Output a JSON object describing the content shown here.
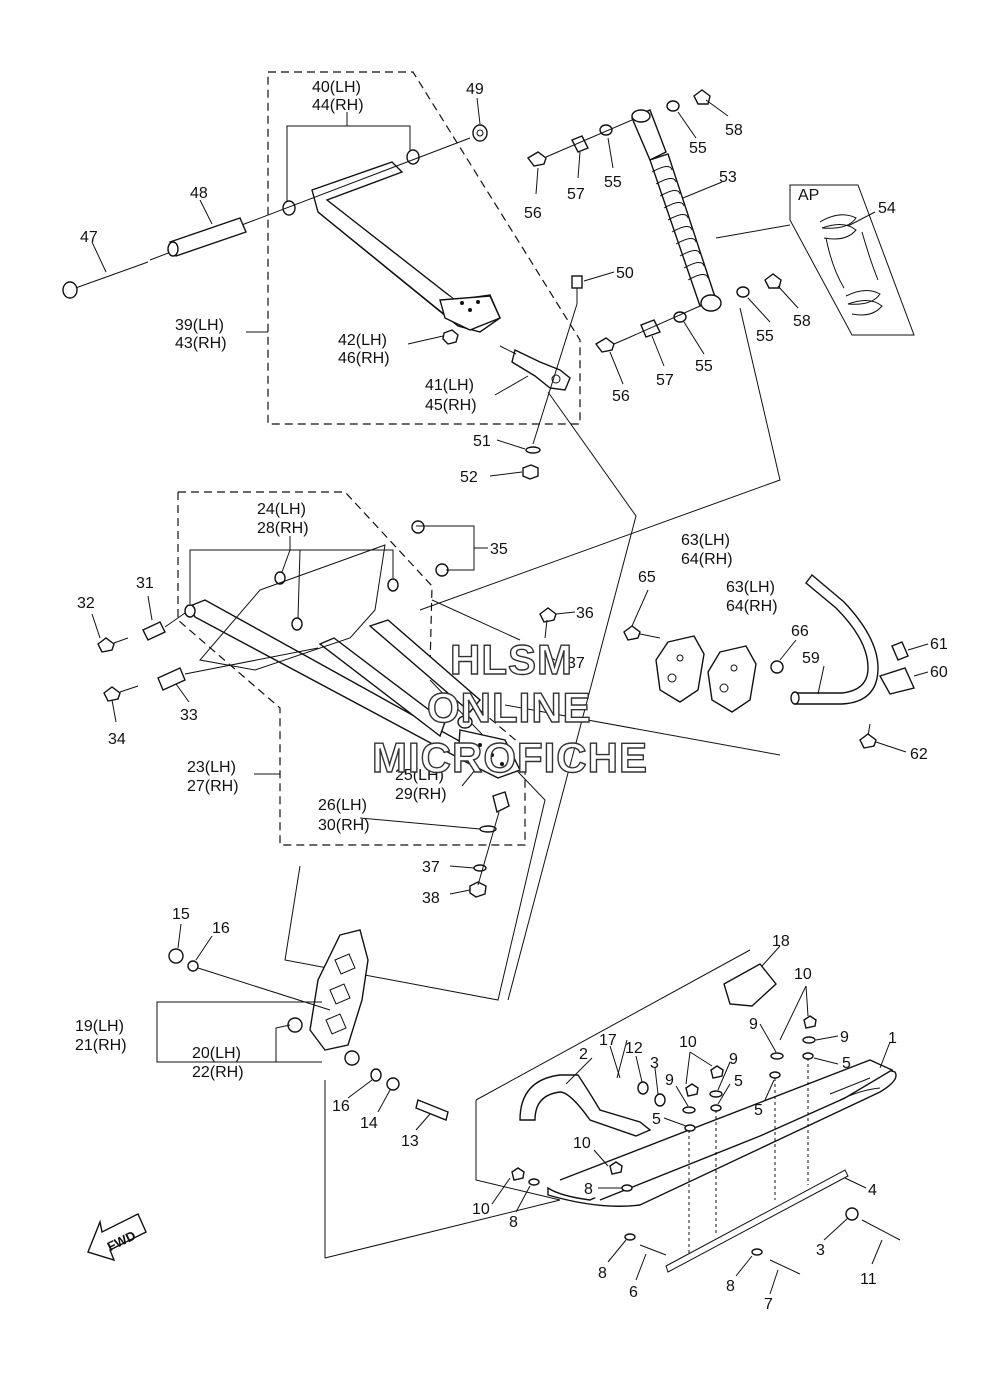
{
  "watermark": [
    "HLSM",
    "ONLINE",
    "MICROFICHE"
  ],
  "callouts": {
    "c1": "1",
    "c2": "2",
    "c3a": "3",
    "c3b": "3",
    "c4": "4",
    "c5a": "5",
    "c5b": "5",
    "c5c": "5",
    "c5d": "5",
    "c6": "6",
    "c7": "7",
    "c8a": "8",
    "c8b": "8",
    "c8c": "8",
    "c8d": "8",
    "c9a": "9",
    "c9b": "9",
    "c9c": "9",
    "c9d": "9",
    "c10a": "10",
    "c10b": "10",
    "c10c": "10",
    "c10d": "10",
    "c11": "11",
    "c12": "12",
    "c13": "13",
    "c14": "14",
    "c15": "15",
    "c16a": "16",
    "c16b": "16",
    "c17": "17",
    "c18": "18",
    "c19": "19(LH)",
    "c21": "21(RH)",
    "c20": "20(LH)",
    "c22": "22(RH)",
    "c23": "23(LH)",
    "c27": "27(RH)",
    "c24": "24(LH)",
    "c28": "28(RH)",
    "c25": "25(LH)",
    "c29": "29(RH)",
    "c26": "26(LH)",
    "c30": "30(RH)",
    "c31": "31",
    "c32": "32",
    "c33": "33",
    "c34": "34",
    "c35": "35",
    "c36": "36",
    "c37a": "37",
    "c37b": "37",
    "c38": "38",
    "c39": "39(LH)",
    "c43": "43(RH)",
    "c40": "40(LH)",
    "c44": "44(RH)",
    "c41": "41(LH)",
    "c45": "45(RH)",
    "c42": "42(LH)",
    "c46": "46(RH)",
    "c47": "47",
    "c48": "48",
    "c49": "49",
    "c50": "50",
    "c51": "51",
    "c52": "52",
    "c53": "53",
    "c54": "54",
    "c55a": "55",
    "c55b": "55",
    "c55c": "55",
    "c55d": "55",
    "c56a": "56",
    "c56b": "56",
    "c57a": "57",
    "c57b": "57",
    "c58a": "58",
    "c58b": "58",
    "c59": "59",
    "c60": "60",
    "c61": "61",
    "c62": "62",
    "c63a": "63(LH)",
    "c64a": "64(RH)",
    "c63b": "63(LH)",
    "c64b": "64(RH)",
    "c65": "65",
    "c66": "66"
  },
  "detail_box_label": "AP",
  "fwd_label": "FWD"
}
